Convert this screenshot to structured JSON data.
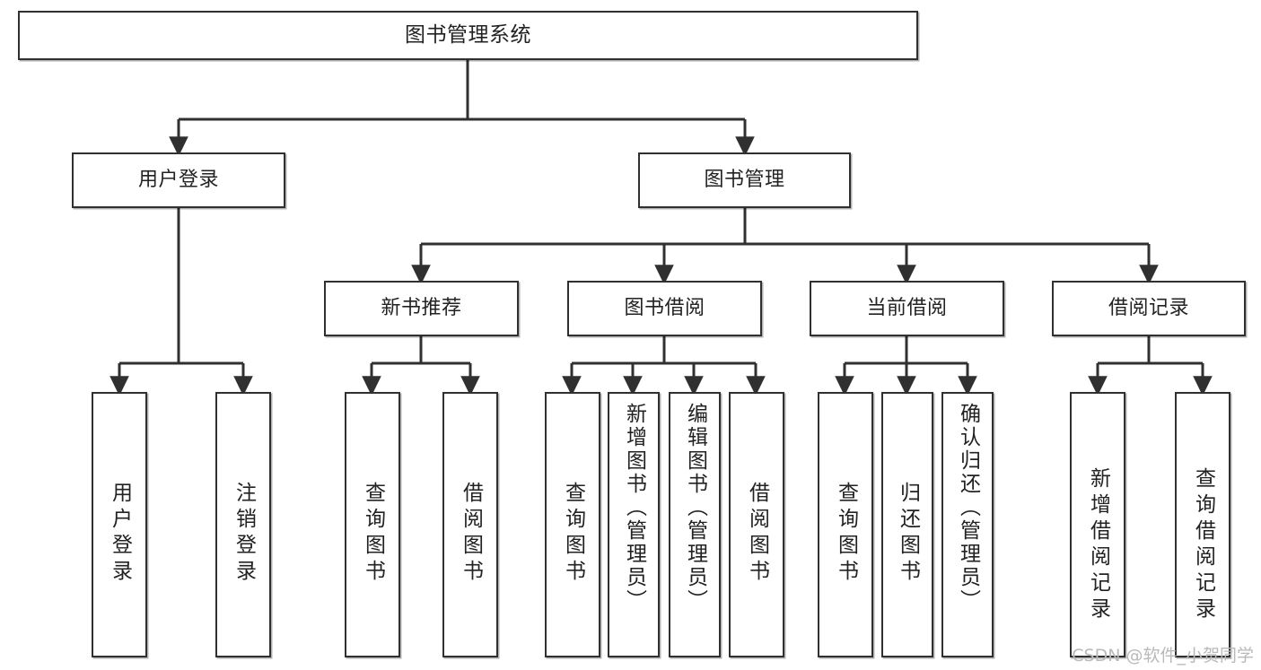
{
  "diagram": {
    "title": "图书管理系统",
    "type": "hierarchy-tree",
    "levels": 4,
    "nodes": {
      "root": {
        "label": "图书管理系统"
      },
      "level1": [
        {
          "id": "user-login",
          "label": "用户登录"
        },
        {
          "id": "book-management",
          "label": "图书管理"
        }
      ],
      "level2": [
        {
          "id": "new-book-recommend",
          "label": "新书推荐"
        },
        {
          "id": "book-borrow",
          "label": "图书借阅"
        },
        {
          "id": "current-borrow",
          "label": "当前借阅"
        },
        {
          "id": "borrow-record",
          "label": "借阅记录"
        }
      ],
      "leaves": [
        {
          "id": "leaf-user-login",
          "label": "用户登录",
          "parent": "user-login"
        },
        {
          "id": "leaf-logout-login",
          "label": "注销登录",
          "parent": "user-login"
        },
        {
          "id": "leaf-query-book-1",
          "label": "查询图书",
          "parent": "new-book-recommend"
        },
        {
          "id": "leaf-borrow-book-1",
          "label": "借阅图书",
          "parent": "new-book-recommend"
        },
        {
          "id": "leaf-query-book-2",
          "label": "查询图书",
          "parent": "book-borrow"
        },
        {
          "id": "leaf-add-book",
          "label": "新增图书（管理员）",
          "parent": "book-borrow"
        },
        {
          "id": "leaf-edit-book",
          "label": "编辑图书（管理员）",
          "parent": "book-borrow"
        },
        {
          "id": "leaf-borrow-book-2",
          "label": "借阅图书",
          "parent": "book-borrow"
        },
        {
          "id": "leaf-query-book-3",
          "label": "查询图书",
          "parent": "current-borrow"
        },
        {
          "id": "leaf-return-book",
          "label": "归还图书",
          "parent": "current-borrow"
        },
        {
          "id": "leaf-confirm-return",
          "label": "确认归还（管理员）",
          "parent": "current-borrow"
        },
        {
          "id": "leaf-add-record",
          "label": "新增借阅记录",
          "parent": "borrow-record"
        },
        {
          "id": "leaf-query-record",
          "label": "查询借阅记录",
          "parent": "borrow-record"
        }
      ]
    },
    "watermark": "CSDN @软件_小贺同学",
    "colors": {
      "stroke": "#303030",
      "fill": "#ffffff",
      "text": "#222222",
      "watermark": "#b9b9b9"
    }
  }
}
